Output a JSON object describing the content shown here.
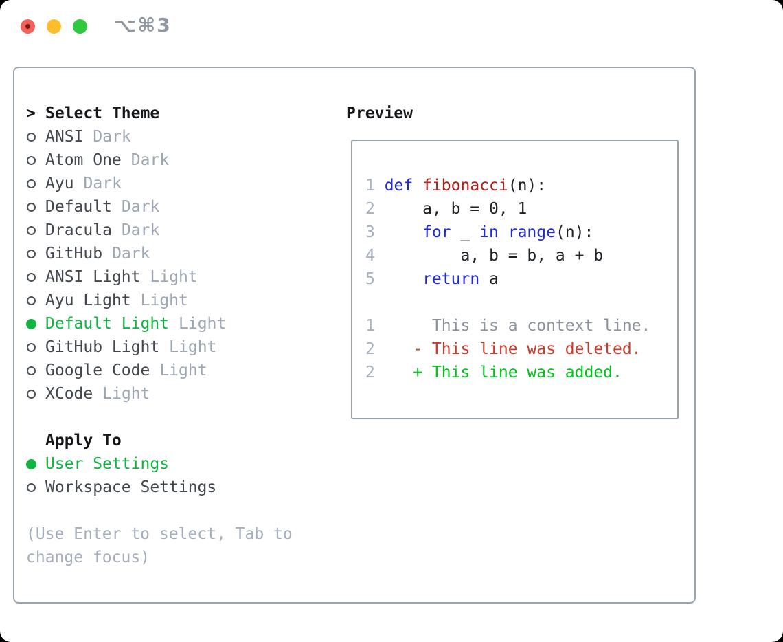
{
  "window": {
    "shortcut": "⌥⌘3",
    "traffic_lights": [
      {
        "name": "close",
        "color": "#f2625b",
        "has_dot": true
      },
      {
        "name": "minimize",
        "color": "#fcbe2f",
        "has_dot": false
      },
      {
        "name": "zoom",
        "color": "#2fc93f",
        "has_dot": false
      }
    ]
  },
  "theme_panel": {
    "header_prefix": ">",
    "header": "Select Theme",
    "themes": [
      {
        "label": "ANSI",
        "variant": "Dark",
        "selected": false
      },
      {
        "label": "Atom One",
        "variant": "Dark",
        "selected": false
      },
      {
        "label": "Ayu",
        "variant": "Dark",
        "selected": false
      },
      {
        "label": "Default",
        "variant": "Dark",
        "selected": false
      },
      {
        "label": "Dracula",
        "variant": "Dark",
        "selected": false
      },
      {
        "label": "GitHub",
        "variant": "Dark",
        "selected": false
      },
      {
        "label": "ANSI Light",
        "variant": "Light",
        "selected": false
      },
      {
        "label": "Ayu Light",
        "variant": "Light",
        "selected": false
      },
      {
        "label": "Default Light",
        "variant": "Light",
        "selected": true
      },
      {
        "label": "GitHub Light",
        "variant": "Light",
        "selected": false
      },
      {
        "label": "Google Code",
        "variant": "Light",
        "selected": false
      },
      {
        "label": "XCode",
        "variant": "Light",
        "selected": false
      }
    ],
    "apply_to": {
      "header": "Apply To",
      "options": [
        {
          "label": "User Settings",
          "selected": true
        },
        {
          "label": "Workspace Settings",
          "selected": false
        }
      ]
    },
    "hint": "(Use Enter to select, Tab to change focus)"
  },
  "preview": {
    "title": "Preview",
    "code_lines": [
      {
        "num": "1",
        "tokens": [
          {
            "t": "def",
            "c": "kw"
          },
          {
            "t": " ",
            "c": "pl"
          },
          {
            "t": "fibonacci",
            "c": "fn"
          },
          {
            "t": "(n):",
            "c": "pl"
          }
        ]
      },
      {
        "num": "2",
        "tokens": [
          {
            "t": "    a, b = 0, 1",
            "c": "pl"
          }
        ]
      },
      {
        "num": "3",
        "tokens": [
          {
            "t": "    ",
            "c": "pl"
          },
          {
            "t": "for",
            "c": "kw"
          },
          {
            "t": " _ ",
            "c": "pl"
          },
          {
            "t": "in",
            "c": "kw"
          },
          {
            "t": " ",
            "c": "pl"
          },
          {
            "t": "range",
            "c": "kw"
          },
          {
            "t": "(n):",
            "c": "pl"
          }
        ]
      },
      {
        "num": "4",
        "tokens": [
          {
            "t": "        a, b = b, a + b",
            "c": "pl"
          }
        ]
      },
      {
        "num": "5",
        "tokens": [
          {
            "t": "    ",
            "c": "pl"
          },
          {
            "t": "return",
            "c": "kw"
          },
          {
            "t": " a",
            "c": "pl"
          }
        ]
      },
      {
        "num": "",
        "tokens": []
      },
      {
        "num": "1",
        "tokens": [
          {
            "t": "     This is a context line.",
            "c": "ctx"
          }
        ]
      },
      {
        "num": "2",
        "tokens": [
          {
            "t": "   ",
            "c": "pl"
          },
          {
            "t": "- This line was deleted.",
            "c": "del"
          }
        ]
      },
      {
        "num": "2",
        "tokens": [
          {
            "t": "   ",
            "c": "pl"
          },
          {
            "t": "+ This line was added.",
            "c": "add"
          }
        ]
      }
    ]
  },
  "colors": {
    "accent_green": "#11b341",
    "keyword_blue": "#1e28e0",
    "function_red": "#ab1f17",
    "diff_deleted": "#c93a28",
    "diff_added": "#00c31c",
    "context_gray": "#8d939d",
    "line_number_gray": "#a8b1c0",
    "variant_gray": "#9da7b3",
    "hint_gray": "#a5aebc",
    "panel_border": "#9aa3b0"
  }
}
